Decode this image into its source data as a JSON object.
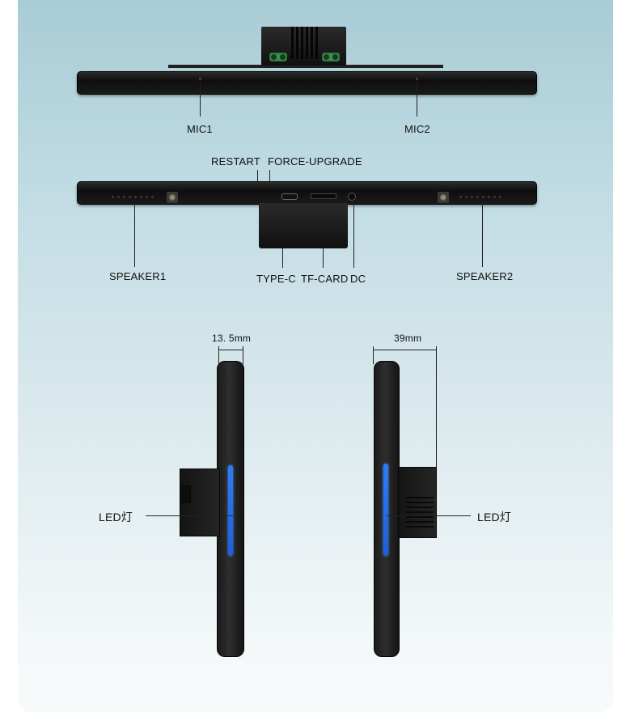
{
  "top_view": {
    "mic1_label": "MIC1",
    "mic2_label": "MIC2"
  },
  "bottom_view": {
    "restart_label": "RESTART",
    "force_upgrade_label": "FORCE-UPGRADE",
    "speaker1_label": "SPEAKER1",
    "speaker2_label": "SPEAKER2",
    "typec_label": "TYPE-C",
    "tfcard_label": "TF-CARD",
    "dc_label": "DC"
  },
  "side_left": {
    "dimension_label": "13. 5mm",
    "led_label": "LED灯"
  },
  "side_right": {
    "dimension_label": "39mm",
    "led_label": "LED灯"
  },
  "colors": {
    "led": "#2f7df2",
    "terminal": "#3a8f4e",
    "background_top": "#a9ccd6"
  }
}
